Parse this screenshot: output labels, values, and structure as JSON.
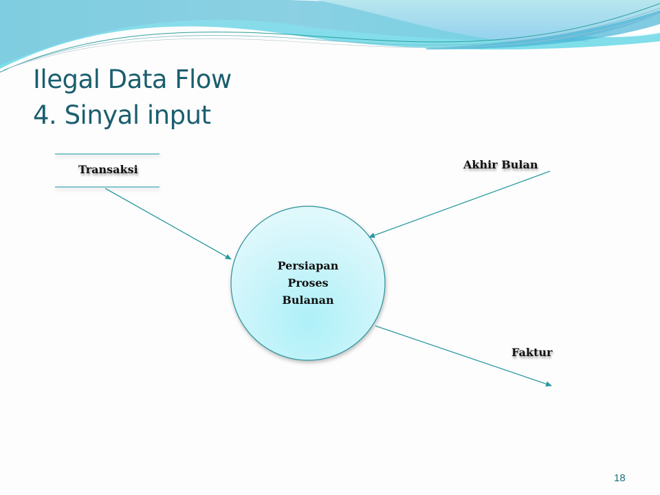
{
  "slide": {
    "title_line1": "Ilegal Data Flow",
    "title_line2": "4. Sinyal input",
    "page_number": "18"
  },
  "diagram": {
    "data_store": {
      "label": "Transaksi"
    },
    "process": {
      "line1": "Persiapan",
      "line2": "Proses",
      "line3": "Bulanan"
    },
    "signals": {
      "input_signal": "Akhir Bulan",
      "output_flow": "Faktur"
    }
  },
  "colors": {
    "title": "#1b5e6e",
    "arrow": "#2a9aa0",
    "process_fill": "#c8f3fa",
    "process_stroke": "#2a8f98",
    "wave_dark": "#6cc4dc",
    "wave_light": "#a9e2ee"
  }
}
